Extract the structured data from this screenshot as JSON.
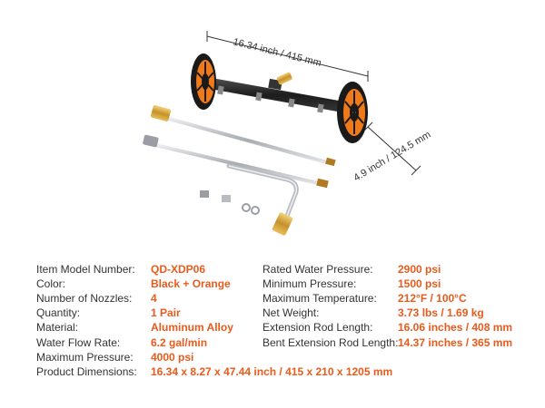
{
  "dimensions": {
    "length_label": "16.34 inch / 415 mm",
    "width_label": "4.9 inch / 124.5 mm"
  },
  "specs_left": [
    {
      "label": "Item Model Number:",
      "value": "QD-XDP06"
    },
    {
      "label": "Color:",
      "value": "Black + Orange"
    },
    {
      "label": "Number of Nozzles:",
      "value": "4"
    },
    {
      "label": "Quantity:",
      "value": "1 Pair"
    },
    {
      "label": "Material:",
      "value": "Aluminum Alloy"
    },
    {
      "label": "Water Flow Rate:",
      "value": "6.2 gal/min"
    },
    {
      "label": "Maximum Pressure:",
      "value": "4000 psi"
    },
    {
      "label": "Product Dimensions:",
      "value": "16.34 x 8.27 x 47.44 inch / 415 x 210 x 1205 mm"
    }
  ],
  "specs_right": [
    {
      "label": "Rated Water Pressure:",
      "value": "2900 psi"
    },
    {
      "label": "Minimum Pressure:",
      "value": "1500 psi"
    },
    {
      "label": "Maximum Temperature:",
      "value": "212°F / 100°C"
    },
    {
      "label": "Net Weight:",
      "value": "3.73 lbs / 1.69 kg"
    },
    {
      "label": "Extension Rod Length:",
      "value": "16.06 inches / 408 mm"
    },
    {
      "label": "Bent Extension Rod Length:",
      "value": "14.37 inches / 365 mm"
    }
  ],
  "colors": {
    "accent": "#e85b1c",
    "label_text": "#333333",
    "wheel_hub": "#f07a1a",
    "body_black": "#222222",
    "brass": "#d9a83a",
    "steel": "#c9ccd0"
  }
}
